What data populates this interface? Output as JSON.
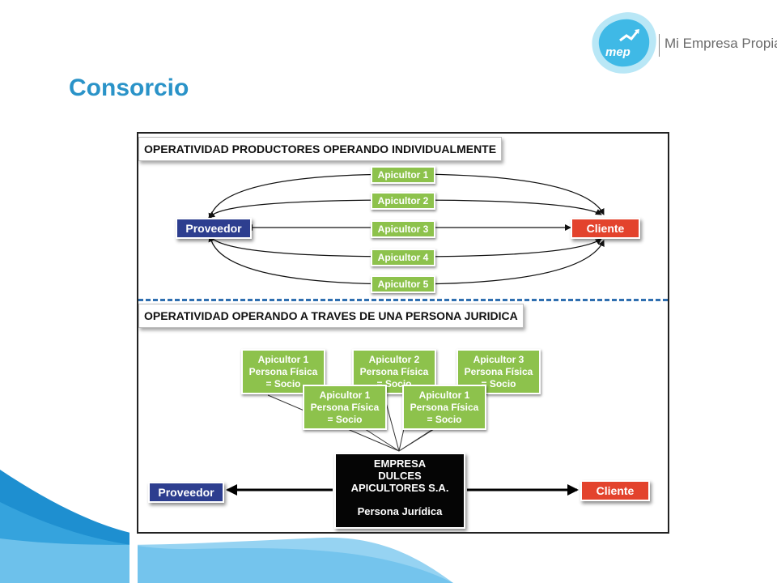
{
  "slide": {
    "title": "Consorcio"
  },
  "logo": {
    "mark": "mep",
    "brand": "Mi Empresa Propia"
  },
  "diagram": {
    "top_section": {
      "header": "OPERATIVIDAD PRODUCTORES OPERANDO INDIVIDUALMENTE",
      "provider": "Proveedor",
      "client": "Cliente",
      "producers": [
        "Apicultor 1",
        "Apicultor 2",
        "Apicultor 3",
        "Apicultor 4",
        "Apicultor 5"
      ]
    },
    "bottom_section": {
      "header": "OPERATIVIDAD OPERANDO A TRAVES DE UNA PERSONA JURIDICA",
      "provider": "Proveedor",
      "client": "Cliente",
      "partners_back": [
        {
          "line1": "Apicultor 1",
          "line2": "Persona Física",
          "line3": "= Socio"
        },
        {
          "line1": "Apicultor 2",
          "line2": "Persona Física",
          "line3": "= Socio"
        },
        {
          "line1": "Apicultor 3",
          "line2": "Persona Física",
          "line3": "= Socio"
        }
      ],
      "partners_front": [
        {
          "line1": "Apicultor 1",
          "line2": "Persona Física",
          "line3": "= Socio"
        },
        {
          "line1": "Apicultor 1",
          "line2": "Persona Física",
          "line3": "= Socio"
        }
      ],
      "company": {
        "line1": "EMPRESA",
        "line2": "DULCES",
        "line3": "APICULTORES S.A.",
        "line4": "Persona Jurídica"
      }
    }
  },
  "colors": {
    "title": "#2a93c8",
    "green": "#8dc24c",
    "provider_blue": "#2d3e8f",
    "client_red": "#e3432d",
    "separator": "#2f6fb0"
  }
}
